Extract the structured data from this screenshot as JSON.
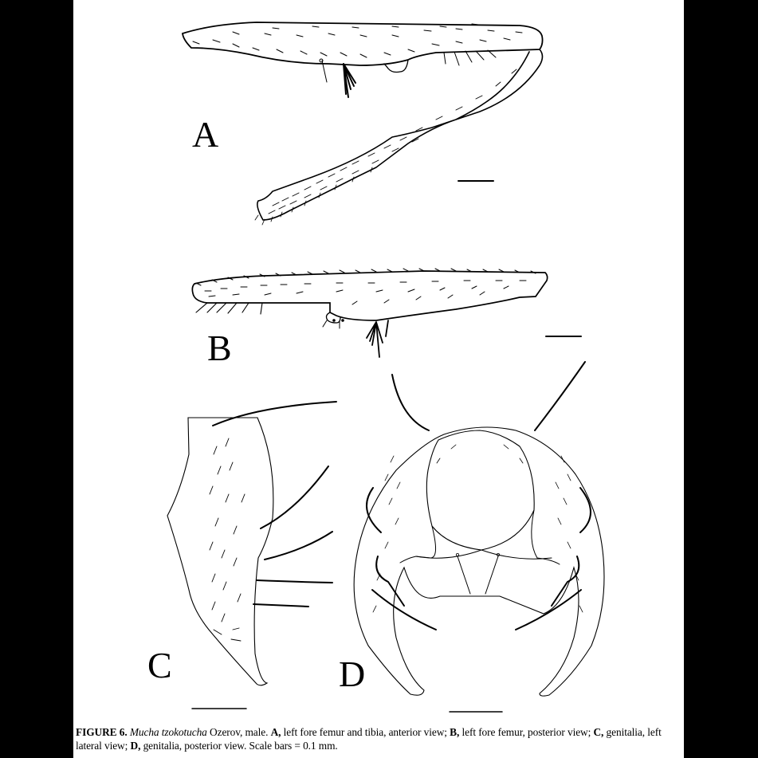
{
  "figure": {
    "panels": [
      {
        "id": "A",
        "label": "A",
        "description": "left fore femur and tibia, anterior view"
      },
      {
        "id": "B",
        "label": "B",
        "description": "left fore femur, posterior view"
      },
      {
        "id": "C",
        "label": "C",
        "description": "genitalia, left lateral view"
      },
      {
        "id": "D",
        "label": "D",
        "description": "genitalia, posterior view"
      }
    ],
    "scale_bar_value": "0.1 mm"
  },
  "caption": {
    "figure_number": "FIGURE 6.",
    "species": "Mucha tzokotucha",
    "author_sex": " Ozerov, male. ",
    "a_key": "A,",
    "a_text": " left fore femur and tibia, anterior view; ",
    "b_key": "B,",
    "b_text": " left fore femur, posterior view; ",
    "c_key": "C,",
    "c_text": " genitalia, left lateral view; ",
    "d_key": "D,",
    "d_text": " genitalia, posterior view. Scale bars = 0.1 mm."
  },
  "colors": {
    "background": "#000000",
    "page": "#ffffff",
    "ink": "#000000"
  }
}
